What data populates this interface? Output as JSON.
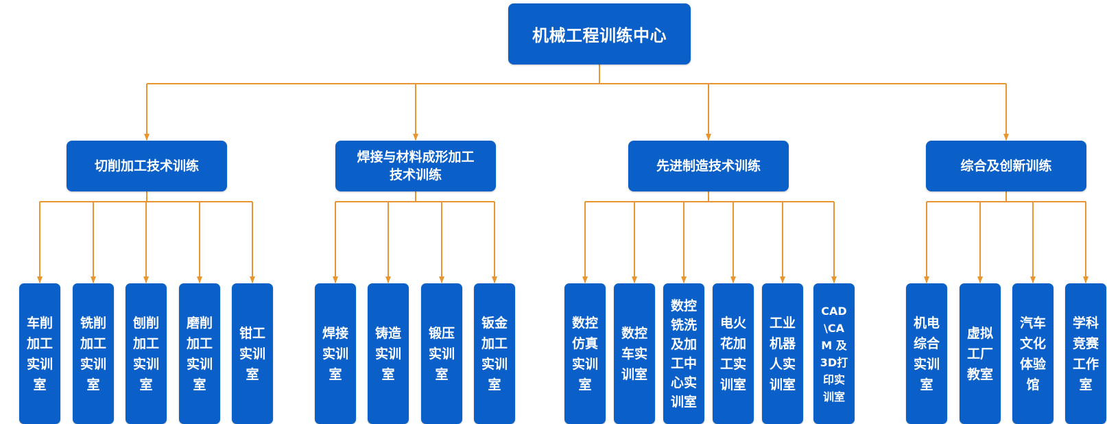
{
  "colors": {
    "node_fill": "#0b5fc8",
    "node_text": "#ffffff",
    "connector": "#e8952f"
  },
  "root": {
    "label": "机械工程训练中心"
  },
  "categories": [
    {
      "label": "切削加工技术训练",
      "children": [
        {
          "label": "车削\n加工\n实训\n室"
        },
        {
          "label": "铣削\n加工\n实训\n室"
        },
        {
          "label": "刨削\n加工\n实训\n室"
        },
        {
          "label": "磨削\n加工\n实训\n室"
        },
        {
          "label": "钳工\n实训\n室"
        }
      ]
    },
    {
      "label": "焊接与材料成形加工\n技术训练",
      "children": [
        {
          "label": "焊接\n实训\n室"
        },
        {
          "label": "铸造\n实训\n室"
        },
        {
          "label": "锻压\n实训\n室"
        },
        {
          "label": "钣金\n加工\n实训\n室"
        }
      ]
    },
    {
      "label": "先进制造技术训练",
      "children": [
        {
          "label": "数控\n仿真\n实训\n室"
        },
        {
          "label": "数控\n车实\n训室"
        },
        {
          "label": "数控\n铣洗\n及加\n工中\n心实\n训室"
        },
        {
          "label": "电火\n花加\n工实\n训室"
        },
        {
          "label": "工业\n机器\n人实\n训室"
        },
        {
          "label": "CAD\n\\CA\nM 及\n3D打\n印实\n训室"
        }
      ]
    },
    {
      "label": "综合及创新训练",
      "children": [
        {
          "label": "机电\n综合\n实训\n室"
        },
        {
          "label": "虚拟\n工厂\n教室"
        },
        {
          "label": "汽车\n文化\n体验\n馆"
        },
        {
          "label": "学科\n竞赛\n工作\n室"
        }
      ]
    }
  ]
}
